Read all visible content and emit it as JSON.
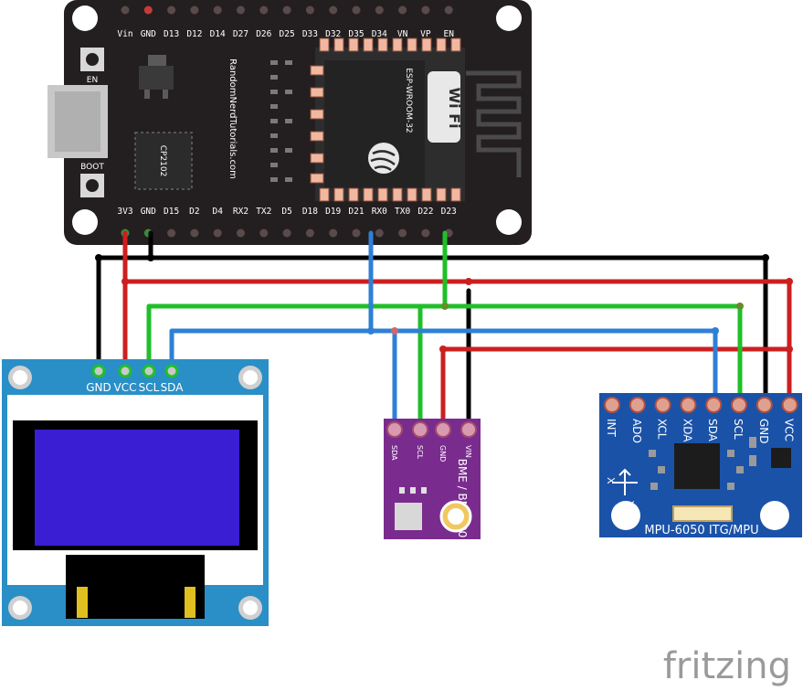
{
  "esp32": {
    "top_pins": [
      "Vin",
      "GND",
      "D13",
      "D12",
      "D14",
      "D27",
      "D26",
      "D25",
      "D33",
      "D32",
      "D35",
      "D34",
      "VN",
      "VP",
      "EN"
    ],
    "bottom_pins": [
      "3V3",
      "GND",
      "D15",
      "D2",
      "D4",
      "RX2",
      "TX2",
      "D5",
      "D18",
      "D19",
      "D21",
      "RX0",
      "TX0",
      "D22",
      "D23"
    ],
    "en_label": "EN",
    "boot_label": "BOOT",
    "brand_text": "RandomNerdTutorials.com",
    "module_text": "ESP-WROOM-32",
    "chip_text": "CP2102",
    "wifi_text": "Wi Fi"
  },
  "oled": {
    "pins": [
      "GND",
      "VCC",
      "SCL",
      "SDA"
    ]
  },
  "bme280": {
    "pins": [
      "SDA",
      "SCL",
      "GND",
      "VIN"
    ],
    "title": "BME / BMP280"
  },
  "mpu6050": {
    "pins": [
      "INT",
      "ADO",
      "XCL",
      "XDA",
      "SDA",
      "SCL",
      "GND",
      "VCC"
    ],
    "title": "MPU-6050 ITG/MPU",
    "axis_x": "X",
    "axis_y": "Y"
  },
  "watermark": "fritzing",
  "colors": {
    "board_black": "#231f20",
    "oled_blue": "#2a8fc6",
    "screen_purple": "#3a1ed4",
    "bme_purple": "#7a2c8e",
    "mpu_blue": "#1a52a8",
    "wire_black": "#000000",
    "wire_red": "#cc1f1f",
    "wire_green": "#1fbf2a",
    "wire_blue": "#2f7fd6"
  }
}
